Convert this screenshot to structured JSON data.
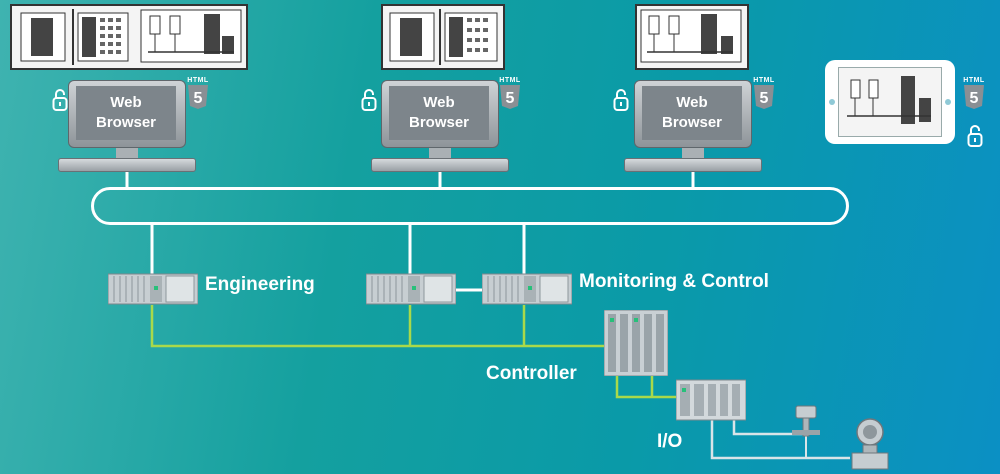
{
  "monitors": [
    {
      "line1": "Web",
      "line2": "Browser"
    },
    {
      "line1": "Web",
      "line2": "Browser"
    },
    {
      "line1": "Web",
      "line2": "Browser"
    }
  ],
  "html5_badge": "HTML",
  "html5_digit": "5",
  "labels": {
    "engineering": "Engineering",
    "monitoring": "Monitoring & Control",
    "controller": "Controller",
    "io": "I/O"
  },
  "colors": {
    "network": "#ffffff",
    "fieldbus": "#a9d94a",
    "io_bus": "#d9e4e8"
  },
  "icons": [
    "lock-icon",
    "html5-icon",
    "monitor-icon",
    "tablet-icon",
    "server-rack-icon",
    "plant-schematic-icon",
    "faceplate-icon"
  ]
}
